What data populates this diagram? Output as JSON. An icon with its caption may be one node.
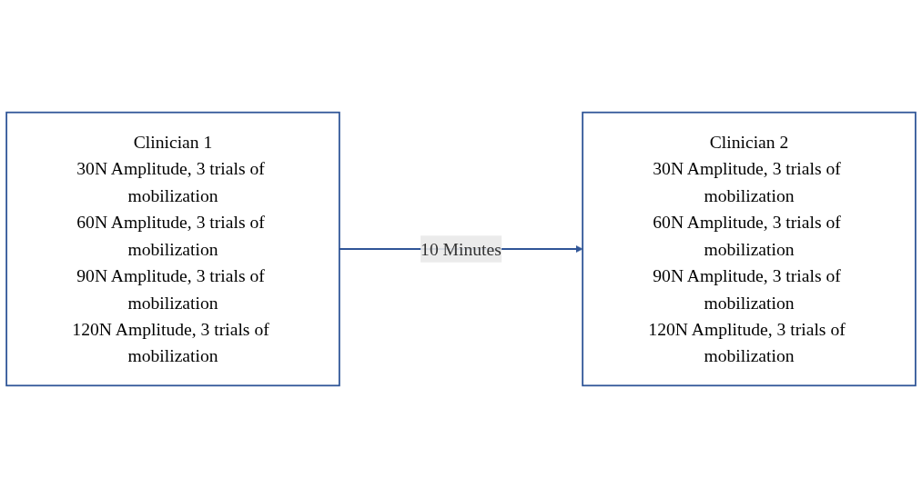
{
  "diagram": {
    "nodes": [
      {
        "text": [
          "Clinician 1",
          "30N Amplitude, 3 trials of mobilization",
          "60N Amplitude, 3 trials of mobilization",
          "90N Amplitude, 3 trials of mobilization",
          "120N Amplitude, 3 trials of mobilization"
        ]
      },
      {
        "text": [
          "Clinician 2",
          "30N Amplitude, 3 trials of mobilization",
          "60N Amplitude, 3 trials of mobilization",
          "90N Amplitude, 3 trials of mobilization",
          "120N Amplitude, 3 trials of mobilization"
        ]
      }
    ],
    "edges": [
      {
        "from": 0,
        "to": 1,
        "arrow": "to",
        "label": "10 Minutes"
      }
    ]
  }
}
